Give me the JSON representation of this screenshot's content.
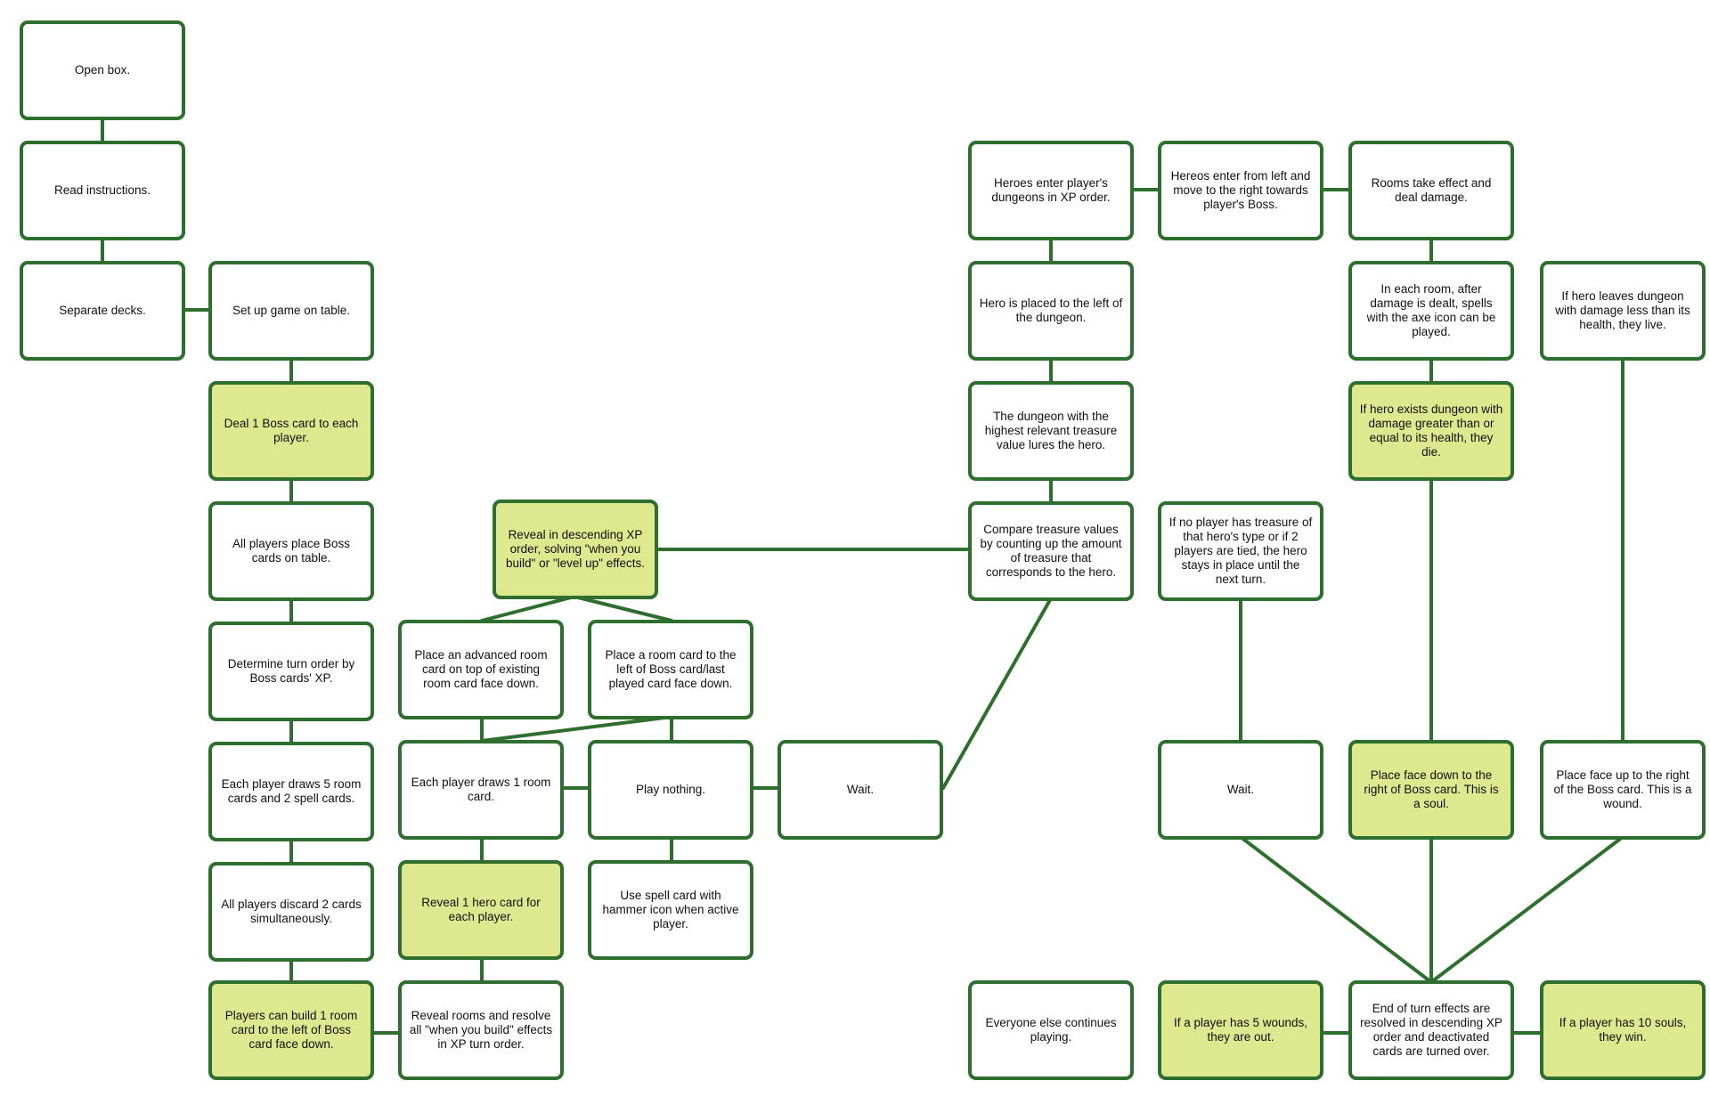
{
  "colors": {
    "border": "#2e6e2e",
    "highlight": "#dde88f",
    "box": "#ffffff",
    "text": "#111111"
  },
  "nodes": {
    "open_box": "Open box.",
    "read_instructions": "Read instructions.",
    "separate_decks": "Separate decks.",
    "set_up_game": "Set up game on table.",
    "deal_boss": "Deal 1 Boss card to each player.",
    "place_boss": "All players place Boss cards on table.",
    "turn_order": "Determine turn order by Boss cards' XP.",
    "draw_5": "Each player draws 5 room cards and 2 spell cards.",
    "discard_2": "All players discard 2 cards simultaneously.",
    "build_room": "Players can build 1 room card to the left of Boss card face down.",
    "reveal_rooms": "Reveal rooms and resolve all \"when you build\" effects in XP turn order.",
    "reveal_hero": "Reveal 1 hero card for each player.",
    "draw_1": "Each player draws 1 room card.",
    "advanced_room": "Place an advanced room card on top of existing room card face down.",
    "place_room": "Place a room card to the left of Boss card/last played card face down.",
    "play_nothing": "Play nothing.",
    "spell_hammer": "Use spell card with hammer icon when active player.",
    "wait_1": "Wait.",
    "reveal_xp": "Reveal in descending XP order, solving \"when you build\" or \"level up\" effects.",
    "heroes_enter": "Heroes enter player's dungeons in XP order.",
    "hero_placed": "Hero is placed to the left of the dungeon.",
    "highest_treasure": "The dungeon with the highest relevant treasure value lures the hero.",
    "compare_treasure": "Compare treasure values by counting up the amount of treasure that corresponds to the hero.",
    "no_player": "If no player has treasure of that hero's type or if 2 players are tied, the hero stays in place until the next turn.",
    "move_right": "Hereos enter from left and move to the right towards player's Boss.",
    "rooms_effect": "Rooms take effect and deal damage.",
    "axe_spells": "In each room, after damage is dealt, spells with the axe icon can be played.",
    "hero_leaves": "If hero leaves dungeon with damage less than its health, they live.",
    "hero_dies": "If hero exists dungeon with damage greater than or equal to its health, they die.",
    "wait_2": "Wait.",
    "soul": "Place face down to the right of Boss card. This is a soul.",
    "wound": "Place face up to the right of the Boss card. This is a wound.",
    "everyone_else": "Everyone else continues playing.",
    "five_wounds": "If a player has 5 wounds, they are out.",
    "end_turn": "End of turn effects are resolved in descending XP order and deactivated cards are turned over.",
    "ten_souls": "If a player has 10 souls, they win."
  }
}
